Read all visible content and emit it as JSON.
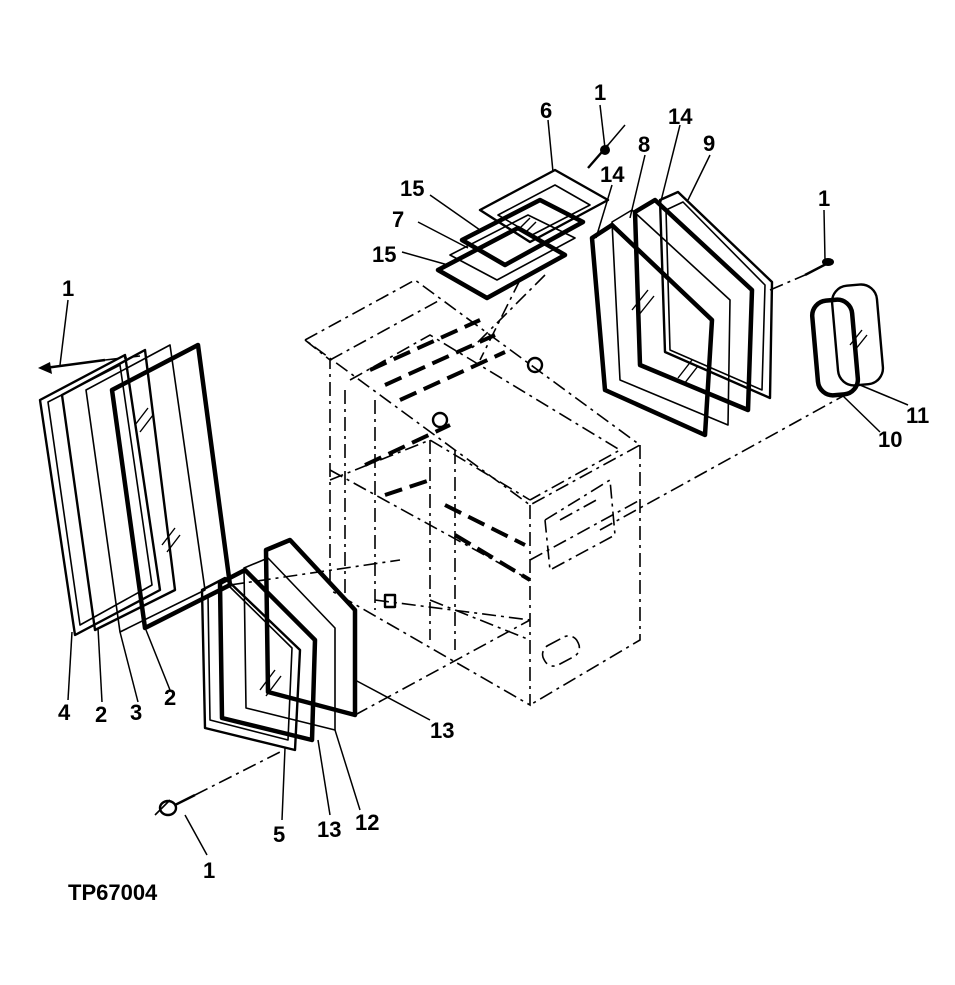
{
  "figure_id": "TP67004",
  "callouts": [
    {
      "id": "c1a",
      "text": "1"
    },
    {
      "id": "c1b",
      "text": "1"
    },
    {
      "id": "c1c",
      "text": "1"
    },
    {
      "id": "c1d",
      "text": "1"
    },
    {
      "id": "c2a",
      "text": "2"
    },
    {
      "id": "c2b",
      "text": "2"
    },
    {
      "id": "c3",
      "text": "3"
    },
    {
      "id": "c4",
      "text": "4"
    },
    {
      "id": "c5",
      "text": "5"
    },
    {
      "id": "c6",
      "text": "6"
    },
    {
      "id": "c7",
      "text": "7"
    },
    {
      "id": "c8",
      "text": "8"
    },
    {
      "id": "c9",
      "text": "9"
    },
    {
      "id": "c10",
      "text": "10"
    },
    {
      "id": "c11",
      "text": "11"
    },
    {
      "id": "c12",
      "text": "12"
    },
    {
      "id": "c13a",
      "text": "13"
    },
    {
      "id": "c13b",
      "text": "13"
    },
    {
      "id": "c14a",
      "text": "14"
    },
    {
      "id": "c14b",
      "text": "14"
    },
    {
      "id": "c15a",
      "text": "15"
    },
    {
      "id": "c15b",
      "text": "15"
    }
  ]
}
